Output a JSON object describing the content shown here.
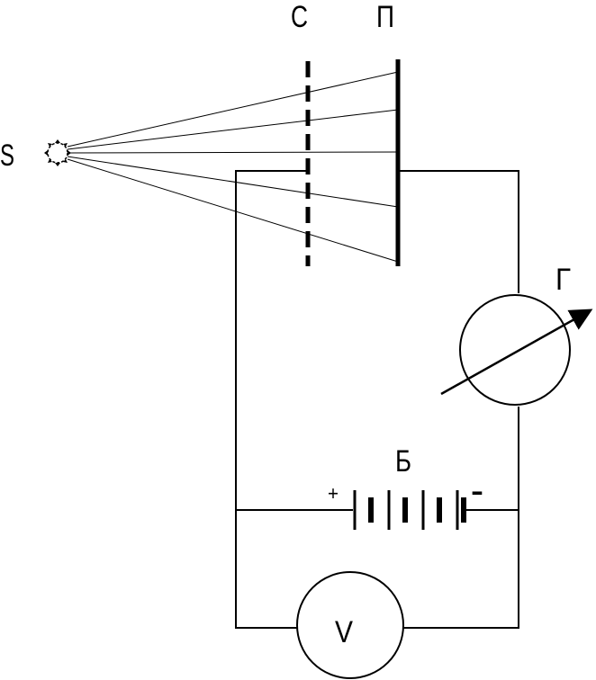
{
  "labels": {
    "source": "S",
    "grid": "С",
    "plate": "П",
    "galvanometer": "Г",
    "battery": "Б",
    "voltmeter": "V",
    "plus": "+",
    "minus": "-"
  },
  "colors": {
    "ink": "#000000",
    "background": "#ffffff"
  }
}
